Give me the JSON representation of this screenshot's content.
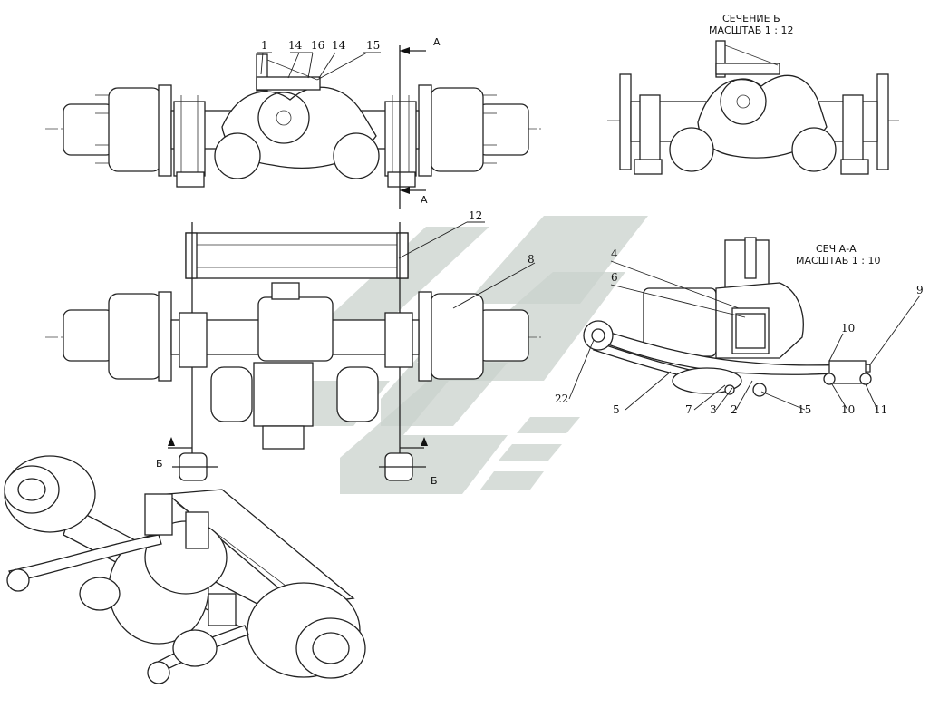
{
  "section_b": {
    "title": "СЕЧЕНИЕ Б",
    "scale": "МАСШТАБ 1 : 12"
  },
  "section_aa": {
    "title": "СЕЧ А-А",
    "scale": "МАСШТАБ 1 : 10"
  },
  "cut_markers": {
    "a_top": "А",
    "a_bottom": "А",
    "b_left": "Б",
    "b_right": "Б"
  },
  "callouts_top_view": [
    "1",
    "14",
    "16",
    "14",
    "15"
  ],
  "callouts_plan_view": {
    "frame": "12",
    "hub": "8"
  },
  "callouts_section_aa": {
    "c4": "4",
    "c6": "6",
    "c9": "9",
    "c10a": "10",
    "c22": "22",
    "c5": "5",
    "c7": "7",
    "c3": "3",
    "c2": "2",
    "c15": "15",
    "c10b": "10",
    "c11": "11"
  },
  "colors": {
    "line": "#222222",
    "watermark": "#c9d1cc",
    "background": "#ffffff"
  }
}
